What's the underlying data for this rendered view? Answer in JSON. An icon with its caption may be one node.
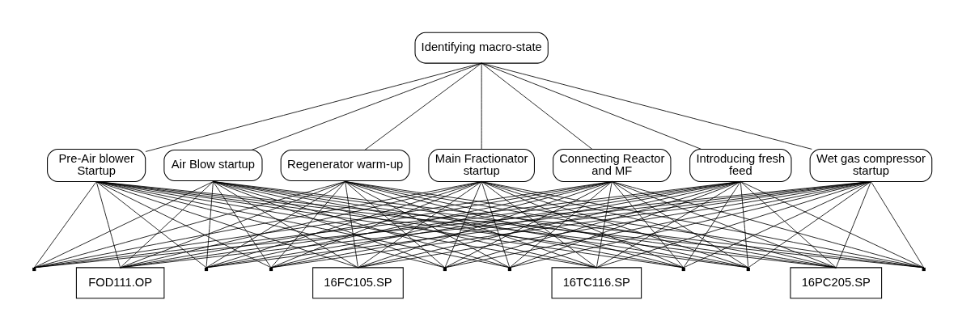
{
  "diagram": {
    "nodes": [
      {
        "text": [
          "Identifying macro-state"
        ]
      },
      {
        "text": [
          "Pre-Air blower Startup"
        ]
      },
      {
        "text": [
          "Air Blow startup"
        ]
      },
      {
        "text": [
          "Regenerator warm-up"
        ]
      },
      {
        "text": [
          "Main Fractionator startup"
        ]
      },
      {
        "text": [
          "Connecting Reactor and MF"
        ]
      },
      {
        "text": [
          "Introducing fresh feed"
        ]
      },
      {
        "text": [
          "Wet gas compressor startup"
        ]
      },
      {
        "text": [],
        "shape": "point"
      },
      {
        "text": [
          "FOD111.OP"
        ]
      },
      {
        "text": [],
        "shape": "point"
      },
      {
        "text": [],
        "shape": "point"
      },
      {
        "text": [
          "16FC105.SP"
        ]
      },
      {
        "text": [],
        "shape": "point"
      },
      {
        "text": [],
        "shape": "point"
      },
      {
        "text": [
          "16TC116.SP"
        ]
      },
      {
        "text": [],
        "shape": "point"
      },
      {
        "text": [],
        "shape": "point"
      },
      {
        "text": [
          "16PC205.SP"
        ]
      },
      {
        "text": [],
        "shape": "point"
      }
    ],
    "edges": [
      {
        "from": 0,
        "to": 1,
        "arrow": "none"
      },
      {
        "from": 0,
        "to": 2,
        "arrow": "none"
      },
      {
        "from": 0,
        "to": 3,
        "arrow": "none"
      },
      {
        "from": 0,
        "to": 4,
        "arrow": "none"
      },
      {
        "from": 0,
        "to": 5,
        "arrow": "none"
      },
      {
        "from": 0,
        "to": 6,
        "arrow": "none"
      },
      {
        "from": 0,
        "to": 7,
        "arrow": "none"
      },
      {
        "from": 1,
        "to": 8,
        "arrow": "none"
      },
      {
        "from": 1,
        "to": 9,
        "arrow": "none"
      },
      {
        "from": 1,
        "to": 10,
        "arrow": "none"
      },
      {
        "from": 1,
        "to": 11,
        "arrow": "none"
      },
      {
        "from": 1,
        "to": 12,
        "arrow": "none"
      },
      {
        "from": 1,
        "to": 13,
        "arrow": "none"
      },
      {
        "from": 1,
        "to": 14,
        "arrow": "none"
      },
      {
        "from": 1,
        "to": 15,
        "arrow": "none"
      },
      {
        "from": 1,
        "to": 16,
        "arrow": "none"
      },
      {
        "from": 1,
        "to": 17,
        "arrow": "none"
      },
      {
        "from": 1,
        "to": 18,
        "arrow": "none"
      },
      {
        "from": 1,
        "to": 19,
        "arrow": "none"
      },
      {
        "from": 2,
        "to": 8,
        "arrow": "none"
      },
      {
        "from": 2,
        "to": 9,
        "arrow": "none"
      },
      {
        "from": 2,
        "to": 10,
        "arrow": "none"
      },
      {
        "from": 2,
        "to": 11,
        "arrow": "none"
      },
      {
        "from": 2,
        "to": 12,
        "arrow": "none"
      },
      {
        "from": 2,
        "to": 13,
        "arrow": "none"
      },
      {
        "from": 2,
        "to": 14,
        "arrow": "none"
      },
      {
        "from": 2,
        "to": 15,
        "arrow": "none"
      },
      {
        "from": 2,
        "to": 16,
        "arrow": "none"
      },
      {
        "from": 2,
        "to": 17,
        "arrow": "none"
      },
      {
        "from": 2,
        "to": 18,
        "arrow": "none"
      },
      {
        "from": 2,
        "to": 19,
        "arrow": "none"
      },
      {
        "from": 3,
        "to": 8,
        "arrow": "none"
      },
      {
        "from": 3,
        "to": 9,
        "arrow": "none"
      },
      {
        "from": 3,
        "to": 10,
        "arrow": "none"
      },
      {
        "from": 3,
        "to": 11,
        "arrow": "none"
      },
      {
        "from": 3,
        "to": 12,
        "arrow": "none"
      },
      {
        "from": 3,
        "to": 13,
        "arrow": "none"
      },
      {
        "from": 3,
        "to": 14,
        "arrow": "none"
      },
      {
        "from": 3,
        "to": 15,
        "arrow": "none"
      },
      {
        "from": 3,
        "to": 16,
        "arrow": "none"
      },
      {
        "from": 3,
        "to": 17,
        "arrow": "none"
      },
      {
        "from": 3,
        "to": 18,
        "arrow": "none"
      },
      {
        "from": 3,
        "to": 19,
        "arrow": "none"
      },
      {
        "from": 4,
        "to": 8,
        "arrow": "none"
      },
      {
        "from": 4,
        "to": 9,
        "arrow": "none"
      },
      {
        "from": 4,
        "to": 10,
        "arrow": "none"
      },
      {
        "from": 4,
        "to": 11,
        "arrow": "none"
      },
      {
        "from": 4,
        "to": 12,
        "arrow": "none"
      },
      {
        "from": 4,
        "to": 13,
        "arrow": "none"
      },
      {
        "from": 4,
        "to": 14,
        "arrow": "none"
      },
      {
        "from": 4,
        "to": 15,
        "arrow": "none"
      },
      {
        "from": 4,
        "to": 16,
        "arrow": "none"
      },
      {
        "from": 4,
        "to": 17,
        "arrow": "none"
      },
      {
        "from": 4,
        "to": 18,
        "arrow": "none"
      },
      {
        "from": 4,
        "to": 19,
        "arrow": "none"
      },
      {
        "from": 5,
        "to": 8,
        "arrow": "none"
      },
      {
        "from": 5,
        "to": 9,
        "arrow": "none"
      },
      {
        "from": 5,
        "to": 10,
        "arrow": "none"
      },
      {
        "from": 5,
        "to": 11,
        "arrow": "none"
      },
      {
        "from": 5,
        "to": 12,
        "arrow": "none"
      },
      {
        "from": 5,
        "to": 13,
        "arrow": "none"
      },
      {
        "from": 5,
        "to": 14,
        "arrow": "none"
      },
      {
        "from": 5,
        "to": 15,
        "arrow": "none"
      },
      {
        "from": 5,
        "to": 16,
        "arrow": "none"
      },
      {
        "from": 5,
        "to": 17,
        "arrow": "none"
      },
      {
        "from": 5,
        "to": 18,
        "arrow": "none"
      },
      {
        "from": 5,
        "to": 19,
        "arrow": "none"
      },
      {
        "from": 6,
        "to": 8,
        "arrow": "none"
      },
      {
        "from": 6,
        "to": 9,
        "arrow": "none"
      },
      {
        "from": 6,
        "to": 10,
        "arrow": "none"
      },
      {
        "from": 6,
        "to": 11,
        "arrow": "none"
      },
      {
        "from": 6,
        "to": 12,
        "arrow": "none"
      },
      {
        "from": 6,
        "to": 13,
        "arrow": "none"
      },
      {
        "from": 6,
        "to": 14,
        "arrow": "none"
      },
      {
        "from": 6,
        "to": 15,
        "arrow": "none"
      },
      {
        "from": 6,
        "to": 16,
        "arrow": "none"
      },
      {
        "from": 6,
        "to": 17,
        "arrow": "none"
      },
      {
        "from": 6,
        "to": 18,
        "arrow": "none"
      },
      {
        "from": 6,
        "to": 19,
        "arrow": "none"
      },
      {
        "from": 7,
        "to": 8,
        "arrow": "none"
      },
      {
        "from": 7,
        "to": 9,
        "arrow": "none"
      },
      {
        "from": 7,
        "to": 10,
        "arrow": "none"
      },
      {
        "from": 7,
        "to": 11,
        "arrow": "none"
      },
      {
        "from": 7,
        "to": 12,
        "arrow": "none"
      },
      {
        "from": 7,
        "to": 13,
        "arrow": "none"
      },
      {
        "from": 7,
        "to": 14,
        "arrow": "none"
      },
      {
        "from": 7,
        "to": 15,
        "arrow": "none"
      },
      {
        "from": 7,
        "to": 16,
        "arrow": "none"
      },
      {
        "from": 7,
        "to": 17,
        "arrow": "none"
      },
      {
        "from": 7,
        "to": 18,
        "arrow": "none"
      },
      {
        "from": 7,
        "to": 19,
        "arrow": "none"
      }
    ]
  }
}
